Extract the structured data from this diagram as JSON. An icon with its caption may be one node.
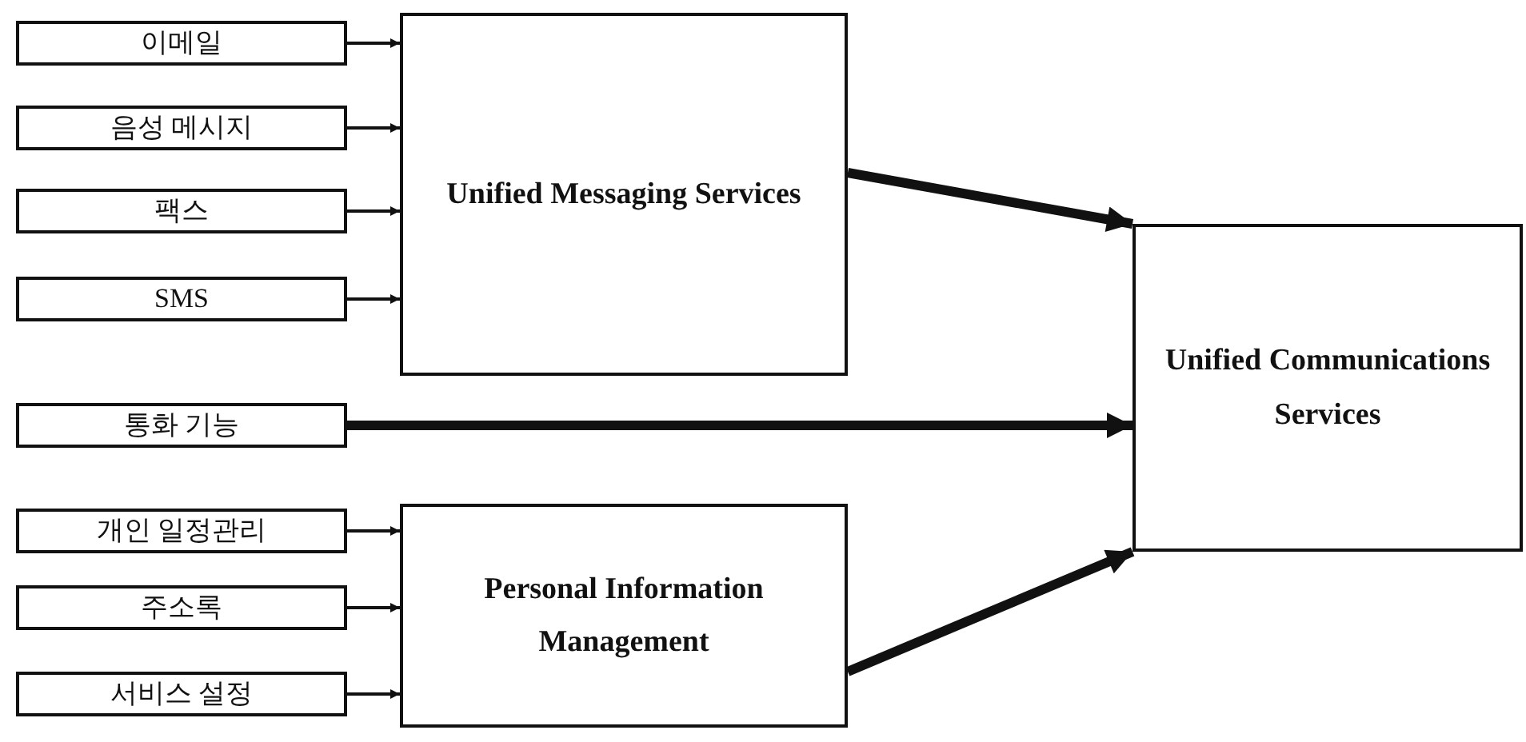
{
  "diagram": {
    "nodes": [
      {
        "text": [
          "이메일"
        ]
      },
      {
        "text": [
          "음성 메시지"
        ]
      },
      {
        "text": [
          "팩스"
        ]
      },
      {
        "text": [
          "SMS"
        ]
      },
      {
        "text": [
          "Unified Messaging Services"
        ]
      },
      {
        "text": [
          "Unified Communications Services"
        ]
      },
      {
        "text": [
          "통화 기능"
        ]
      },
      {
        "text": [
          "개인 일정관리"
        ]
      },
      {
        "text": [
          "주소록"
        ]
      },
      {
        "text": [
          "서비스 설정"
        ]
      },
      {
        "text": [
          "Personal Information Management"
        ]
      }
    ],
    "edges": [
      {
        "from": 0,
        "to": 4,
        "arrow": "to"
      },
      {
        "from": 1,
        "to": 4,
        "arrow": "to"
      },
      {
        "from": 2,
        "to": 4,
        "arrow": "to"
      },
      {
        "from": 3,
        "to": 4,
        "arrow": "to"
      },
      {
        "from": 4,
        "to": 5,
        "arrow": "to",
        "style": "thick"
      },
      {
        "from": 6,
        "to": 5,
        "arrow": "to",
        "style": "thick"
      },
      {
        "from": 7,
        "to": 10,
        "arrow": "to"
      },
      {
        "from": 8,
        "to": 10,
        "arrow": "to"
      },
      {
        "from": 9,
        "to": 10,
        "arrow": "to"
      },
      {
        "from": 10,
        "to": 5,
        "arrow": "to",
        "style": "thick"
      }
    ]
  }
}
